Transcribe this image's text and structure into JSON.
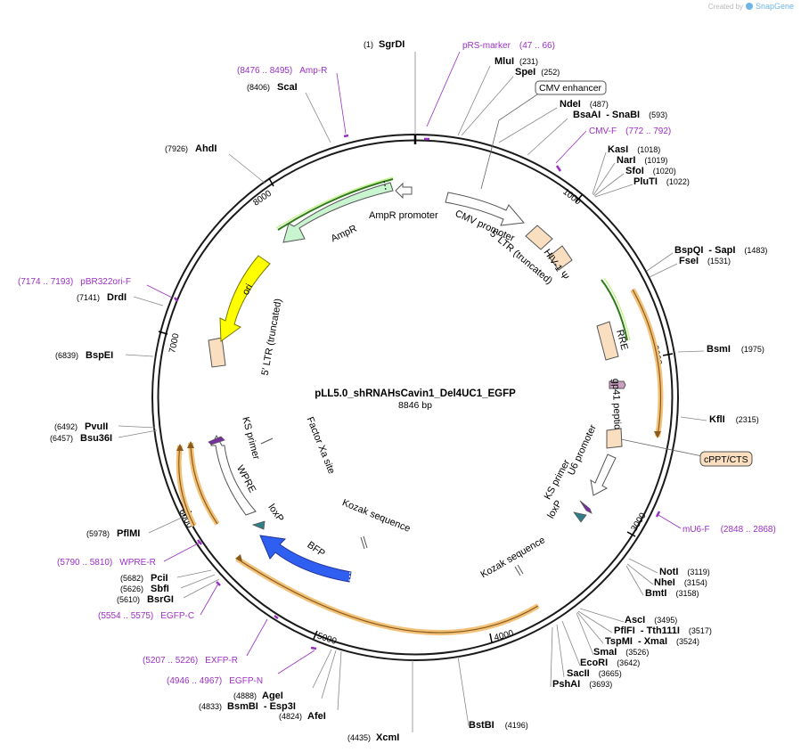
{
  "watermark": {
    "created_by": "Created by",
    "brand": "SnapGene"
  },
  "plasmid": {
    "name": "pLL5.0_shRNAHsCavin1_Del4UC1_EGFP",
    "size_label": "8846 bp"
  },
  "colors": {
    "primer": "#9b2fc4",
    "feature_orange": "#f2c27a",
    "feature_green": "#c8f5cf",
    "bfp": "#2f5ff0",
    "ori": "#ffff00",
    "peach": "#f9dfc0"
  },
  "ticks": [
    "1000",
    "2000",
    "3000",
    "4000",
    "5000",
    "6000",
    "7000",
    "8000"
  ],
  "sites": [
    {
      "name": "SgrDI",
      "pos": "(1)"
    },
    {
      "name": "MluI",
      "pos": "(231)"
    },
    {
      "name": "SpeI",
      "pos": "(252)"
    },
    {
      "name": "NdeI",
      "pos": "(487)"
    },
    {
      "name": "BsaAI",
      "name2": "SnaBI",
      "pos": "(593)"
    },
    {
      "name": "KasI",
      "pos": "(1018)"
    },
    {
      "name": "NarI",
      "pos": "(1019)"
    },
    {
      "name": "SfoI",
      "pos": "(1020)"
    },
    {
      "name": "PluTI",
      "pos": "(1022)"
    },
    {
      "name": "BspQI",
      "name2": "SapI",
      "pos": "(1483)"
    },
    {
      "name": "FseI",
      "pos": "(1531)"
    },
    {
      "name": "BsmI",
      "pos": "(1975)"
    },
    {
      "name": "KflI",
      "pos": "(2315)"
    },
    {
      "name": "NotI",
      "pos": "(3119)"
    },
    {
      "name": "NheI",
      "pos": "(3154)"
    },
    {
      "name": "BmtI",
      "pos": "(3158)"
    },
    {
      "name": "AscI",
      "pos": "(3495)"
    },
    {
      "name": "PflFI",
      "name2": "Tth111I",
      "pos": "(3517)"
    },
    {
      "name": "TspMI",
      "name2": "XmaI",
      "pos": "(3524)"
    },
    {
      "name": "SmaI",
      "pos": "(3526)"
    },
    {
      "name": "EcoRI",
      "pos": "(3642)"
    },
    {
      "name": "SacII",
      "pos": "(3665)"
    },
    {
      "name": "PshAI",
      "pos": "(3693)"
    },
    {
      "name": "BstBI",
      "pos": "(4196)"
    },
    {
      "name": "XcmI",
      "pos": "(4435)"
    },
    {
      "name": "AfeI",
      "pos": "(4824)"
    },
    {
      "name": "BsmBI",
      "name2": "Esp3I",
      "pos": "(4833)"
    },
    {
      "name": "AgeI",
      "pos": "(4888)"
    },
    {
      "name": "BsrGI",
      "pos": "(5610)"
    },
    {
      "name": "SbfI",
      "pos": "(5626)"
    },
    {
      "name": "PciI",
      "pos": "(5682)"
    },
    {
      "name": "PflMI",
      "pos": "(5978)"
    },
    {
      "name": "Bsu36I",
      "pos": "(6457)"
    },
    {
      "name": "PvuII",
      "pos": "(6492)"
    },
    {
      "name": "BspEI",
      "pos": "(6839)"
    },
    {
      "name": "DrdI",
      "pos": "(7141)"
    },
    {
      "name": "AhdI",
      "pos": "(7926)"
    },
    {
      "name": "ScaI",
      "pos": "(8406)"
    }
  ],
  "primers": [
    {
      "name": "pRS-marker",
      "range": "(47 .. 66)"
    },
    {
      "name": "CMV-F",
      "range": "(772 .. 792)"
    },
    {
      "name": "mU6-F",
      "range": "(2848 .. 2868)"
    },
    {
      "name": "EGFP-N",
      "range": "(4946 .. 4967)"
    },
    {
      "name": "EXFP-R",
      "range": "(5207 .. 5226)"
    },
    {
      "name": "EGFP-C",
      "range": "(5554 .. 5575)"
    },
    {
      "name": "WPRE-R",
      "range": "(5790 .. 5810)"
    },
    {
      "name": "pBR322ori-F",
      "range": "(7174 .. 7193)"
    },
    {
      "name": "Amp-R",
      "range": "(8476 .. 8495)"
    }
  ],
  "features": {
    "cmv_enhancer": "CMV enhancer",
    "cmv_promoter": "CMV promoter",
    "ltr5": "5′ LTR (truncated)",
    "hiv_psi": "HIV-1 Ψ",
    "rre": "RRE",
    "gp41": "gp41 peptide",
    "cppt": "cPPT/CTS",
    "u6": "U6 promoter",
    "ks_primer_right": "KS primer",
    "loxp_right": "loxP",
    "kozak_right": "Kozak sequence",
    "kozak_left": "Kozak sequence",
    "bfp": "BFP",
    "loxp_left": "loxP",
    "wpre": "WPRE",
    "ks_primer_left": "KS primer",
    "factor_xa": "Factor Xa site",
    "ltr_left": "5′ LTR (truncated)",
    "ori": "ori",
    "ampr": "AmpR",
    "ampr_promoter": "AmpR promoter"
  }
}
